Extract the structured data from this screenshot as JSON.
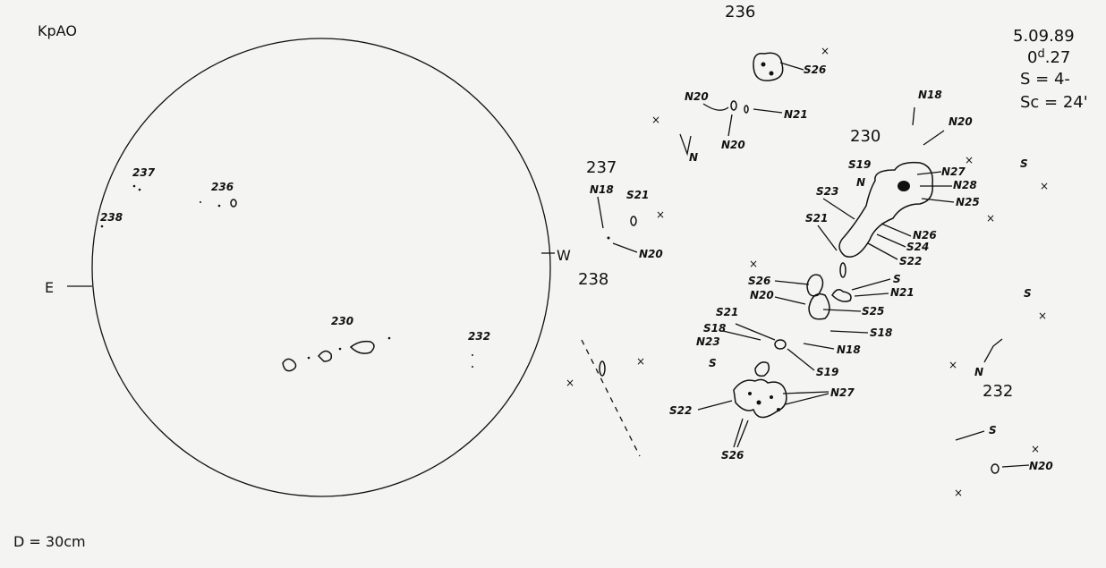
{
  "header": {
    "observatory": "KpAO",
    "date": "5.09.89",
    "time_d": "0",
    "time_sup": "d",
    "time_frac": ".27",
    "s_value": "S  = 4-",
    "sc_value": "Sc = 24'"
  },
  "footer": {
    "diameter": "D = 30cm"
  },
  "disk": {
    "east": "E",
    "west": "W",
    "groups": [
      "237",
      "238",
      "236",
      "230",
      "232"
    ]
  },
  "groups": {
    "g236": {
      "number": "236",
      "labels": [
        "S26",
        "N20",
        "N21",
        "N20"
      ]
    },
    "g237": {
      "number": "237",
      "labels": [
        "N18",
        "S21",
        "N20"
      ]
    },
    "g238": {
      "number": "238"
    },
    "g230": {
      "number": "230",
      "labels": [
        "N18",
        "N20",
        "S19",
        "N",
        "S23",
        "N27",
        "N28",
        "N25",
        "S21",
        "N26",
        "S24",
        "S22",
        "S26",
        "S",
        "N21",
        "N20",
        "S25",
        "S21",
        "S18",
        "S18",
        "N23",
        "N18",
        "S19",
        "S",
        "N27",
        "S22",
        "S26"
      ]
    },
    "g232": {
      "number": "232",
      "labels": [
        "S",
        "N20"
      ]
    },
    "misc": [
      "N",
      "S",
      "S",
      "N"
    ]
  }
}
